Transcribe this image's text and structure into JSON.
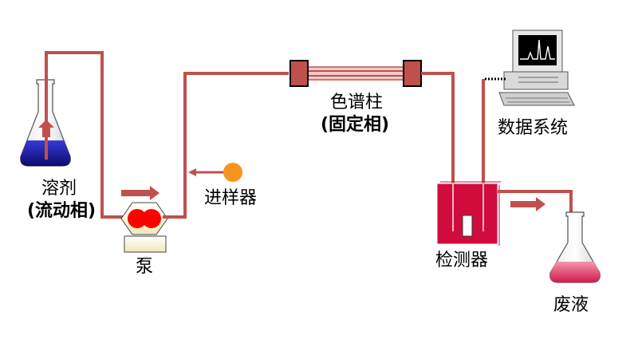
{
  "labels": {
    "solvent": "溶剂",
    "mobile_phase": "(流动相)",
    "pump": "泵",
    "injector": "进样器",
    "column": "色谱柱",
    "stationary_phase": "(固定相)",
    "detector": "检测器",
    "data_system": "数据系统",
    "waste": "废液"
  },
  "colors": {
    "tube": "#c0504d",
    "detector": "#cc0033",
    "solvent": "#1a1aa6",
    "waste": "#e8607f",
    "injector": "#f7941d",
    "pump_rotor": "#ff0000"
  }
}
